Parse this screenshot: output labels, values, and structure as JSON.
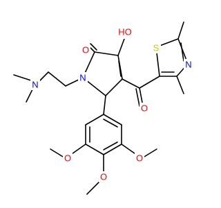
{
  "colors": {
    "bond": "#000000",
    "oxygen": "#ff0000",
    "nitrogen": "#0000ff",
    "sulfur": "#cccc00",
    "background": "#ffffff"
  },
  "atoms": {
    "o_carbonyl_ring": "O",
    "o_hydroxy": "HO",
    "n_ring": "N",
    "n_amine": "N",
    "o_ketone": "O",
    "s_thiazole": "S",
    "n_thiazole": "N",
    "o_methoxy_left": "O",
    "o_methoxy_right": "O",
    "o_methoxy_bottom": "O"
  }
}
